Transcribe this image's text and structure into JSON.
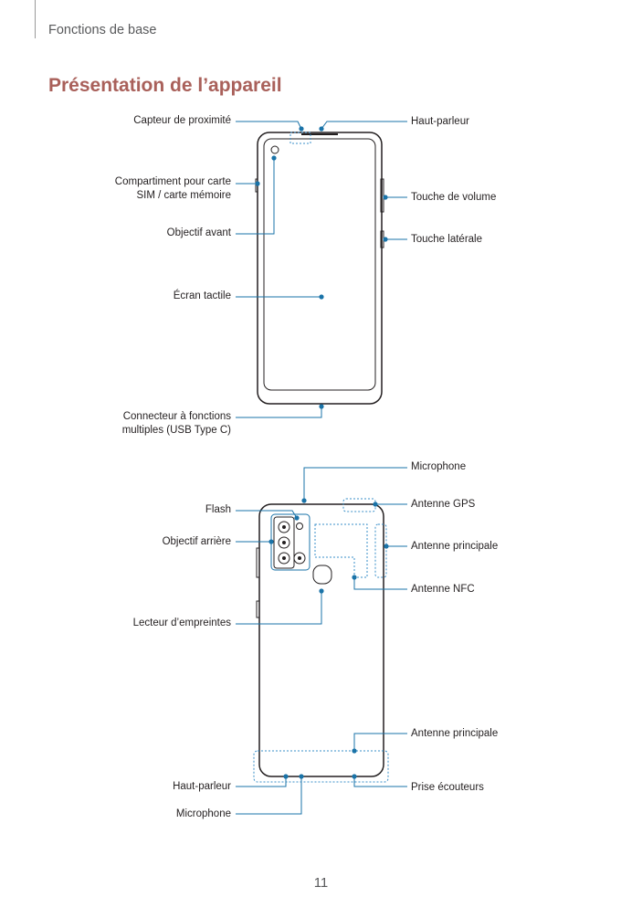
{
  "header": {
    "section": "Fonctions de base",
    "title": "Présentation de l’appareil"
  },
  "front_labels": {
    "proximity": "Capteur de proximité",
    "sim_line1": "Compartiment pour carte",
    "sim_line2": "SIM / carte mémoire",
    "front_camera": "Objectif avant",
    "touchscreen": "Écran tactile",
    "usb_line1": "Connecteur à fonctions",
    "usb_line2": "multiples (USB Type C)",
    "earpiece": "Haut-parleur",
    "volume": "Touche de volume",
    "side_key": "Touche latérale"
  },
  "back_labels": {
    "microphone_top": "Microphone",
    "gps": "Antenne GPS",
    "flash": "Flash",
    "rear_camera": "Objectif arrière",
    "main_antenna_top": "Antenne principale",
    "nfc": "Antenne NFC",
    "fingerprint": "Lecteur d’empreintes",
    "main_antenna_bottom": "Antenne principale",
    "speaker": "Haut-parleur",
    "headset_jack": "Prise écouteurs",
    "microphone_bottom": "Microphone"
  },
  "colors": {
    "accent": "#a9605a",
    "leader": "#1a73a8",
    "antenna": "#3a8fc8"
  },
  "footer": {
    "page_number": "11"
  }
}
